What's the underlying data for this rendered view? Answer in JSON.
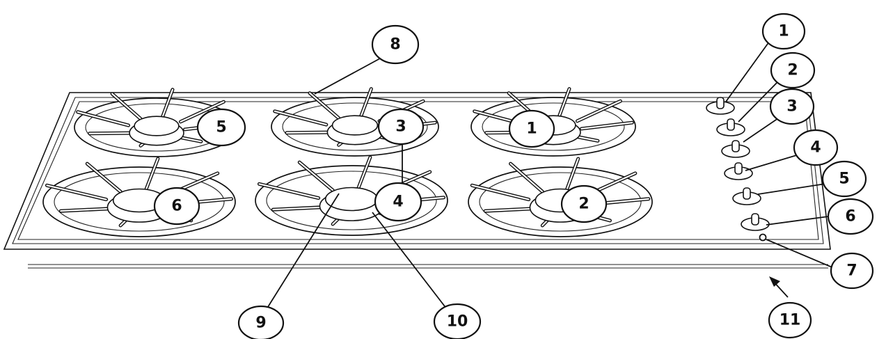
{
  "diagram": {
    "subject": "gas hob with six burners and six control knobs",
    "callouts": {
      "burner_labels": [
        "5",
        "3",
        "1",
        "6",
        "4",
        "2"
      ],
      "knob_labels": [
        "1",
        "2",
        "3",
        "4",
        "5",
        "6"
      ],
      "other_labels": [
        "7",
        "8",
        "9",
        "10",
        "11"
      ]
    }
  }
}
